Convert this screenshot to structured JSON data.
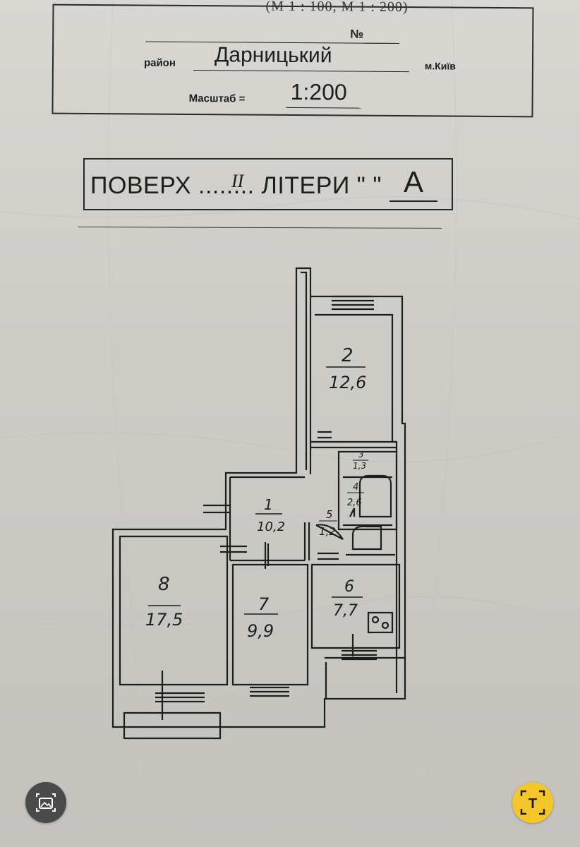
{
  "header": {
    "scale_note": "(М 1 : 100, М 1 : 200)",
    "number_label": "№",
    "district_label": "район",
    "district_value": "Дарницький",
    "city_label": "м.Київ",
    "scale_label": "Масштаб =",
    "scale_value": "1:200"
  },
  "floor": {
    "text": "ПОВЕРХ ........ ЛІТЕРИ \"        \"",
    "floor_number": "II",
    "letter": "А"
  },
  "rooms": [
    {
      "num": "1",
      "area": "10,2"
    },
    {
      "num": "2",
      "area": "12,6"
    },
    {
      "num": "3",
      "area": "1,3"
    },
    {
      "num": "4",
      "area": "2,6"
    },
    {
      "num": "5",
      "area": "1,2"
    },
    {
      "num": "6",
      "area": "7,7"
    },
    {
      "num": "7",
      "area": "9,9"
    },
    {
      "num": "8",
      "area": "17,5"
    }
  ],
  "buttons": {
    "left_icon": "photo-icon",
    "right_icon": "live-text-icon",
    "right_glyph": "T"
  },
  "colors": {
    "paper": "#cfcdc8",
    "ink": "#1e1e1e",
    "accent": "#f4c62a"
  }
}
